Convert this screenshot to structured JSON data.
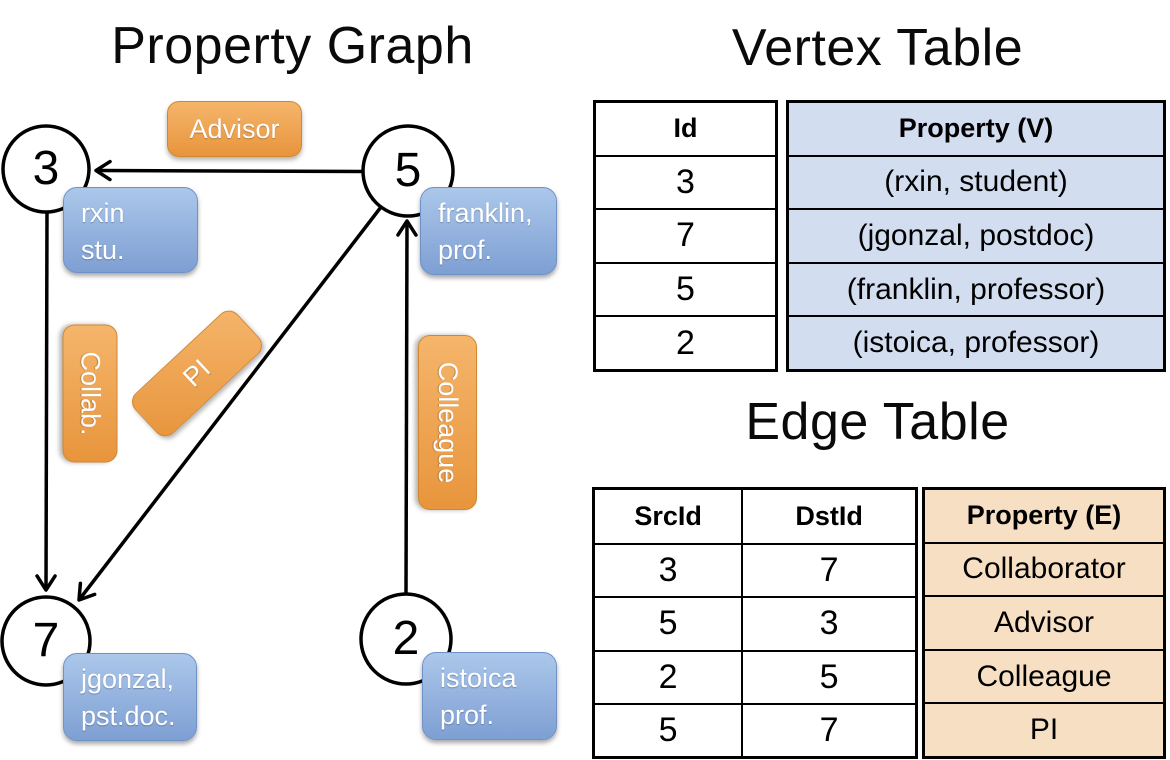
{
  "titles": {
    "graph": "Property Graph",
    "vertex_table": "Vertex Table",
    "edge_table": "Edge Table"
  },
  "graph": {
    "vertices": [
      {
        "id": "3",
        "line1": "rxin",
        "line2": "stu."
      },
      {
        "id": "5",
        "line1": "franklin,",
        "line2": "prof."
      },
      {
        "id": "7",
        "line1": "jgonzal,",
        "line2": "pst.doc."
      },
      {
        "id": "2",
        "line1": "istoica",
        "line2": "prof."
      }
    ],
    "edges": [
      {
        "label": "Advisor",
        "src": "5",
        "dst": "3"
      },
      {
        "label": "Collab.",
        "src": "3",
        "dst": "7"
      },
      {
        "label": "PI",
        "src": "5",
        "dst": "7"
      },
      {
        "label": "Colleague",
        "src": "2",
        "dst": "5"
      }
    ]
  },
  "vertex_table": {
    "columns": [
      "Id",
      "Property (V)"
    ],
    "rows": [
      [
        "3",
        "(rxin, student)"
      ],
      [
        "7",
        "(jgonzal, postdoc)"
      ],
      [
        "5",
        "(franklin, professor)"
      ],
      [
        "2",
        "(istoica, professor)"
      ]
    ]
  },
  "edge_table": {
    "columns": [
      "SrcId",
      "DstId",
      "Property (E)"
    ],
    "rows": [
      [
        "3",
        "7",
        "Collaborator"
      ],
      [
        "5",
        "3",
        "Advisor"
      ],
      [
        "2",
        "5",
        "Colleague"
      ],
      [
        "5",
        "7",
        "PI"
      ]
    ]
  },
  "colors": {
    "vertex_label_fill_top": "#abc7ea",
    "vertex_label_fill_bottom": "#7e9fd3",
    "vertex_label_border": "#6e92c6",
    "edge_label_fill_top": "#f5b56b",
    "edge_label_fill_bottom": "#e8953c",
    "edge_label_border": "#d2872f",
    "vertex_table_fill": "#d3ddf0",
    "edge_table_fill": "#f6dfc3",
    "line_color": "#000000",
    "label_text": "#ffffff"
  }
}
